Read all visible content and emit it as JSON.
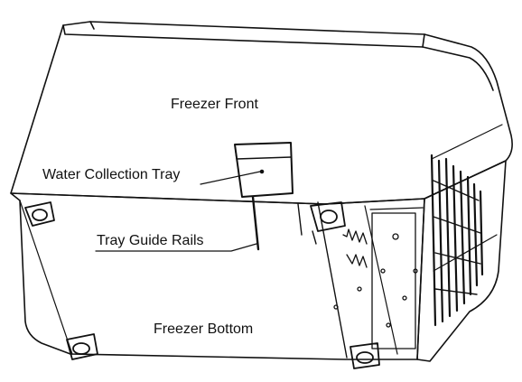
{
  "labels": {
    "freezer_front": "Freezer Front",
    "water_collection_tray": "Water Collection Tray",
    "tray_guide_rails": "Tray Guide Rails",
    "freezer_bottom": "Freezer Bottom"
  },
  "colors": {
    "line": "#111111",
    "background": "#ffffff"
  }
}
